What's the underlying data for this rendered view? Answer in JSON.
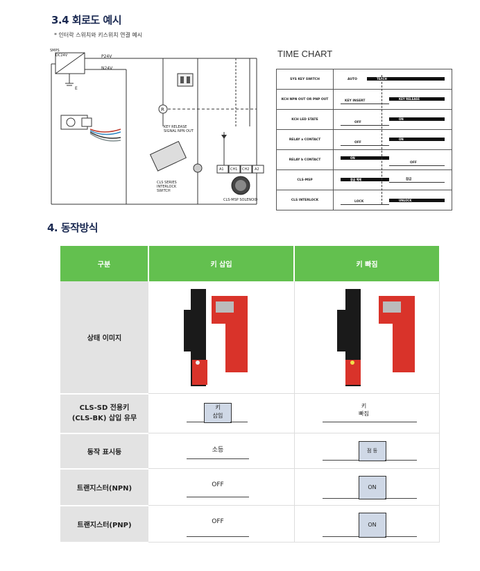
{
  "section_title": "3.4 회로도 예시",
  "section_note": "* 인터락 스위치와 키스위치 연결 예시",
  "circuit": {
    "smps": "SMPS",
    "dc24v": "DC24V",
    "p24v": "P24V",
    "n24v": "N24V",
    "e": "E",
    "key_release_signal": "KEY RELEASE SIGNAL NPN OUT",
    "cls_series": "CLS SERIES INTERLOCK SWITCH",
    "cls_msp": "CLS-MSP SOLENOID",
    "contact_labels": [
      "A1",
      "CH1",
      "CH2",
      "A2"
    ]
  },
  "time_chart": {
    "title": "TIME CHART",
    "rows": [
      {
        "label": "SYS KEY SWITCH",
        "left": "AUTO",
        "right": "TEACH"
      },
      {
        "label": "KCH NPN OUT OR PNP OUT",
        "left": "KEY INSERT",
        "right": "KEY RELEASE"
      },
      {
        "label": "KCH LED STATE",
        "left": "OFF",
        "right": "ON"
      },
      {
        "label": "RELAY a CONTACT",
        "left": "OFF",
        "right": "ON"
      },
      {
        "label": "RELAY b CONTACT",
        "left": "ON",
        "right": "OFF"
      },
      {
        "label": "CLS-MSP",
        "left": "잠금 해제",
        "right": "잠금"
      },
      {
        "label": "CLS INTERLOCK",
        "left": "LOCK",
        "right": "UNLOCK"
      }
    ]
  },
  "section2_title": "4. 동작방식",
  "op_table": {
    "headers": [
      "구분",
      "키 삽입",
      "키 빠짐"
    ],
    "rows": [
      {
        "label": "상태 이미지"
      },
      {
        "label": "CLS-SD 전용키\n(CLS-BK) 삽입 유무",
        "insert": "키\n삽입",
        "remove": "키\n빠짐"
      },
      {
        "label": "동작 표시등",
        "insert": "소등",
        "remove": "점 등"
      },
      {
        "label": "트랜지스터(NPN)",
        "insert": "OFF",
        "remove": "ON"
      },
      {
        "label": "트랜지스터(PNP)",
        "insert": "OFF",
        "remove": "ON"
      }
    ]
  },
  "colors": {
    "header_green": "#63c04f",
    "title_navy": "#1b2a52",
    "signal_box": "#cfd8e6",
    "device_red": "#d9332a"
  }
}
